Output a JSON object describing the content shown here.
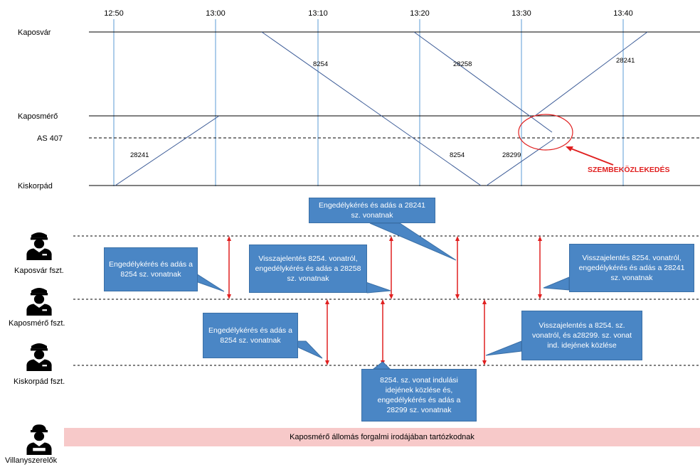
{
  "time_axis": [
    "12:50",
    "13:00",
    "13:10",
    "13:20",
    "13:30",
    "13:40"
  ],
  "stations": {
    "kaposvar": "Kaposvár",
    "kaposmero": "Kaposmérő",
    "as407": "AS 407",
    "kiskorpad": "Kiskorpád"
  },
  "trains": [
    {
      "label": "8254"
    },
    {
      "label": "28258"
    },
    {
      "label": "28241"
    },
    {
      "label": "8254"
    },
    {
      "label": "28299"
    },
    {
      "label": "28241"
    }
  ],
  "conflict_label": "SZEMBEKÖZLEKEDÉS",
  "roles": {
    "kaposvar": "Kaposvár fszt.",
    "kaposmero": "Kaposmérő fszt.",
    "kiskorpad": "Kiskorpád fszt.",
    "electricians": "Villanyszerelők"
  },
  "callouts": [
    "Engedélykérés és adás a 28241 sz. vonatnak",
    "Engedélykérés és adás a 8254 sz. vonatnak",
    "Visszajelentés 8254. vonatról, engedélykérés és adás a 28258 sz. vonatnak",
    "Visszajelentés 8254. vonatról, engedélykérés és adás a 28241 sz. vonatnak",
    "Engedélykérés és adás a 8254 sz. vonatnak",
    "Visszajelentés a 8254. sz. vonatról, és a28299. sz. vonat ind. idejének közlése",
    "8254. sz. vonat indulási idejének közlése és, engedélykérés és adás a 28299 sz. vonatnak"
  ],
  "banner": "Kaposmérő állomás forgalmi irodájában tartózkodnak",
  "colors": {
    "callout_fill": "#4a86c5",
    "arrow": "#e02020",
    "conflict": "#e02020",
    "banner": "#f7c9c9",
    "time_grid": "#5b9bd5",
    "train_line": "#3a5a96"
  }
}
